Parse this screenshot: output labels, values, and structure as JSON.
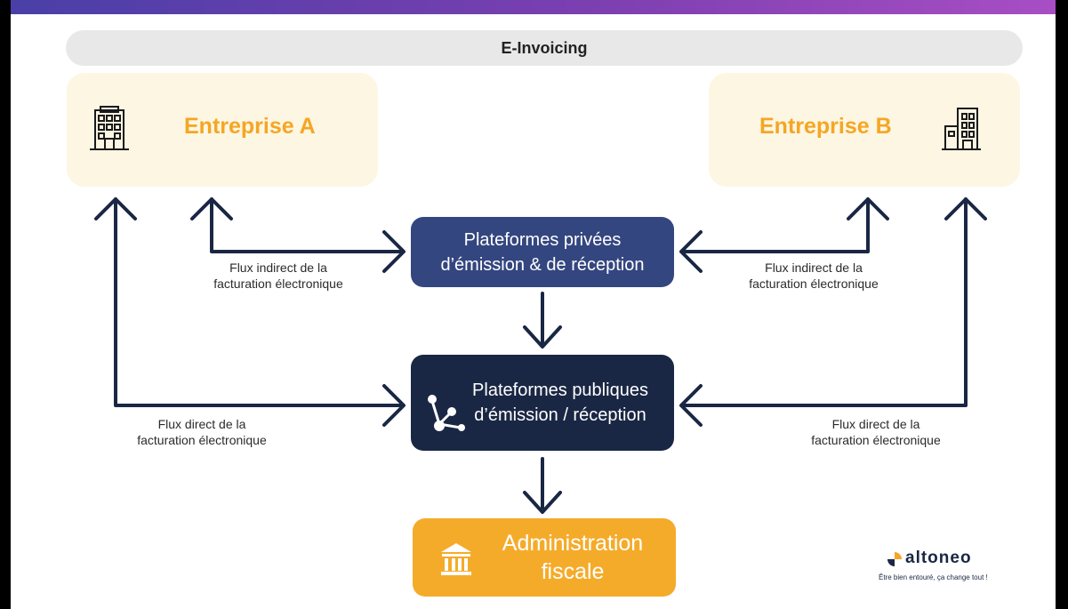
{
  "title": "E-Invoicing",
  "enterprise_a": {
    "name": "Entreprise A",
    "icon": "building-icon"
  },
  "enterprise_b": {
    "name": "Entreprise B",
    "icon": "building-icon"
  },
  "private_platform": {
    "line1": "Plateformes privées",
    "line2": "d’émission & de réception"
  },
  "public_platform": {
    "line1": "Plateformes publiques",
    "line2": "d’émission / réception",
    "icon": "network-icon"
  },
  "administration": {
    "line1": "Administration",
    "line2": "fiscale",
    "icon": "bank-icon"
  },
  "flux": {
    "indirect_left": {
      "line1": "Flux indirect de la",
      "line2": "facturation électronique"
    },
    "indirect_right": {
      "line1": "Flux indirect de la",
      "line2": "facturation électronique"
    },
    "direct_left": {
      "line1": "Flux direct de la",
      "line2": "facturation électronique"
    },
    "direct_right": {
      "line1": "Flux direct de la",
      "line2": "facturation électronique"
    }
  },
  "logo": {
    "name": "altoneo",
    "tagline": "Être bien entouré, ça change tout !"
  },
  "colors": {
    "accent_orange": "#f5a623",
    "private_box": "#34467f",
    "public_box": "#1a2744",
    "arrow": "#1a2744",
    "company_bg": "#fdf6e3",
    "top_gradient_start": "#4a3fa8",
    "top_gradient_end": "#a84ec4"
  }
}
